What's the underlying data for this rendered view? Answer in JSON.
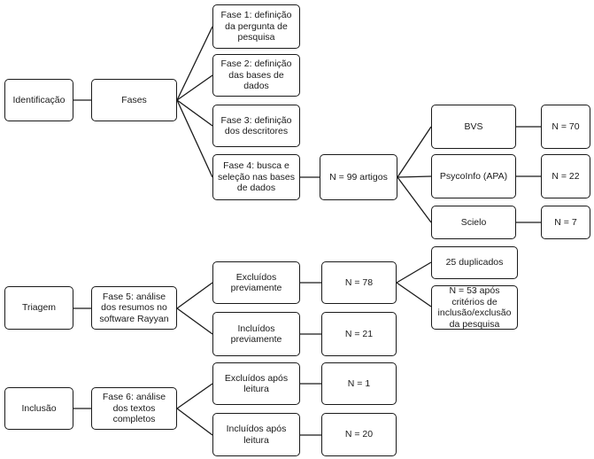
{
  "stages": {
    "identificacao": "Identificação",
    "triagem": "Triagem",
    "inclusao": "Inclusão"
  },
  "fases": "Fases",
  "phases": {
    "fase1": "Fase 1: definição da pergunta de pesquisa",
    "fase2": "Fase 2: definição das bases de dados",
    "fase3": "Fase 3: definição dos descritores",
    "fase4": "Fase 4: busca e seleção nas bases de dados",
    "fase5": "Fase 5: análise dos resumos no software Rayyan",
    "fase6": "Fase 6: análise dos textos completos"
  },
  "results": {
    "n_artigos": "N = 99 artigos",
    "excluidos_prev": "Excluídos previamente",
    "incluidos_prev": "Incluídos previamente",
    "n_78": "N = 78",
    "n_21": "N = 21",
    "duplicados": "25 duplicados",
    "n_53": "N = 53 após critérios de inclusão/exclusão da pesquisa",
    "excluidos_apos": "Excluídos após leitura",
    "incluidos_apos": "Incluídos após leitura",
    "n_1": "N = 1",
    "n_20": "N = 20"
  },
  "databases": {
    "bvs": "BVS",
    "psycoinfo": "PsycoInfo (APA)",
    "scielo": "Scielo",
    "n_bvs": "N = 70",
    "n_psycoinfo": "N = 22",
    "n_scielo": "N = 7"
  }
}
